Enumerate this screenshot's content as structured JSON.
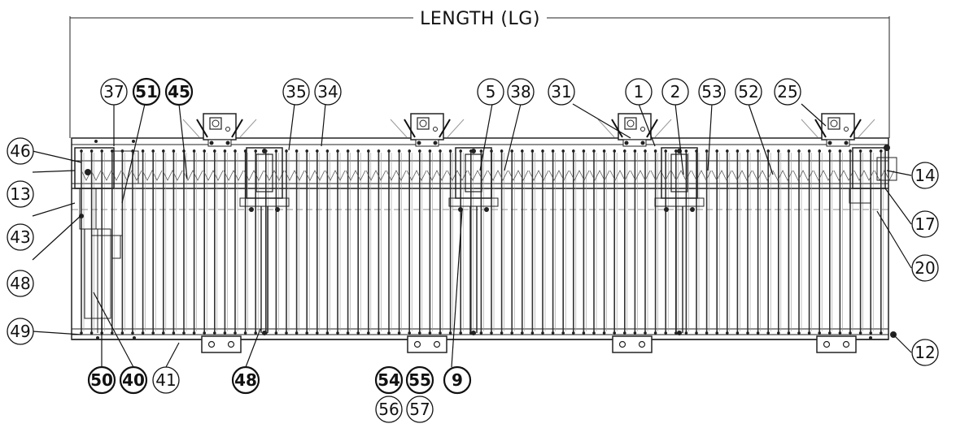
{
  "dimension": {
    "label": "LENGTH (LG)"
  },
  "balloons": [
    {
      "id": "b37",
      "label": "37",
      "bold": false
    },
    {
      "id": "b51",
      "label": "51",
      "bold": true
    },
    {
      "id": "b45",
      "label": "45",
      "bold": true
    },
    {
      "id": "b35",
      "label": "35",
      "bold": false
    },
    {
      "id": "b34",
      "label": "34",
      "bold": false
    },
    {
      "id": "b5",
      "label": "5",
      "bold": false
    },
    {
      "id": "b38",
      "label": "38",
      "bold": false
    },
    {
      "id": "b31",
      "label": "31",
      "bold": false
    },
    {
      "id": "b1",
      "label": "1",
      "bold": false
    },
    {
      "id": "b2",
      "label": "2",
      "bold": false
    },
    {
      "id": "b53",
      "label": "53",
      "bold": false
    },
    {
      "id": "b52",
      "label": "52",
      "bold": false
    },
    {
      "id": "b25",
      "label": "25",
      "bold": false
    },
    {
      "id": "b46",
      "label": "46",
      "bold": false
    },
    {
      "id": "b13",
      "label": "13",
      "bold": false
    },
    {
      "id": "b43",
      "label": "43",
      "bold": false
    },
    {
      "id": "b48a",
      "label": "48",
      "bold": false
    },
    {
      "id": "b49",
      "label": "49",
      "bold": false
    },
    {
      "id": "b14",
      "label": "14",
      "bold": false
    },
    {
      "id": "b17",
      "label": "17",
      "bold": false
    },
    {
      "id": "b20",
      "label": "20",
      "bold": false
    },
    {
      "id": "b12",
      "label": "12",
      "bold": false
    },
    {
      "id": "b50",
      "label": "50",
      "bold": true
    },
    {
      "id": "b40",
      "label": "40",
      "bold": true
    },
    {
      "id": "b41",
      "label": "41",
      "bold": false
    },
    {
      "id": "b48b",
      "label": "48",
      "bold": true
    },
    {
      "id": "b54",
      "label": "54",
      "bold": true
    },
    {
      "id": "b55",
      "label": "55",
      "bold": true
    },
    {
      "id": "b9",
      "label": "9",
      "bold": true
    },
    {
      "id": "b56",
      "label": "56",
      "bold": false
    },
    {
      "id": "b57",
      "label": "57",
      "bold": false
    }
  ]
}
